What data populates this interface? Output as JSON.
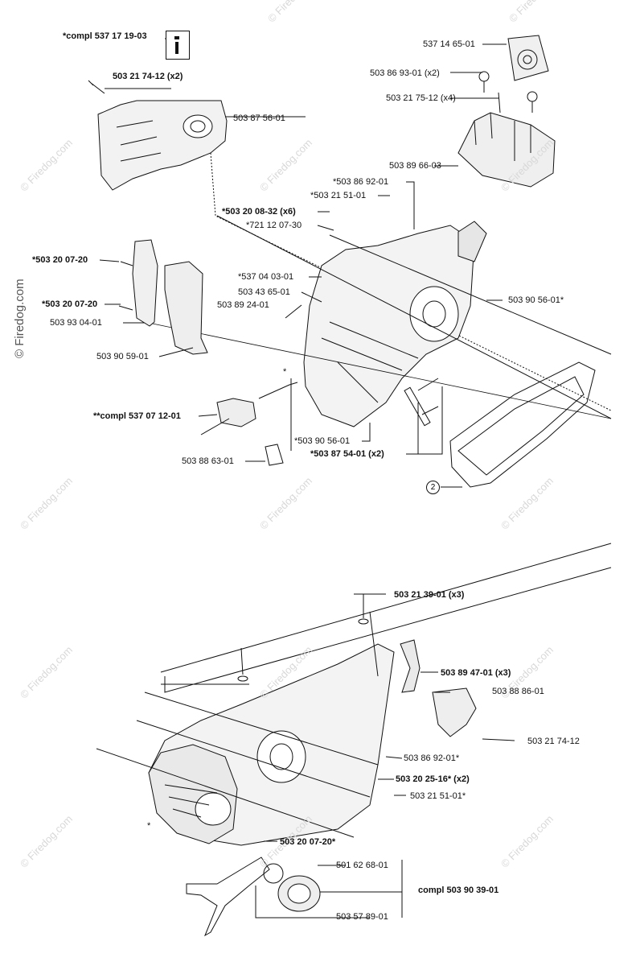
{
  "parts": {
    "p_compl_537171903": "*compl 537 17 19-03",
    "p_503217412_x2": "503 21 74-12 (x2)",
    "p_503875601": "503 87 56-01",
    "p_537146501": "537 14 65-01",
    "p_503869301_x2": "503 86 93-01 (x2)",
    "p_503217512_x4": "503 21 75-12 (x4)",
    "p_503896603": "503 89 66-03",
    "p_503869201": "*503 86 92-01",
    "p_503215101": "*503 21 51-01",
    "p_503200832_x6": "*503 20 08-32 (x6)",
    "p_721120730": "*721 12 07-30",
    "p_503200720_a": "*503 20 07-20",
    "p_537040301": "*537 04 03-01",
    "p_503436501": "503 43 65-01",
    "p_503892401": "503 89 24-01",
    "p_503905601_right": "503 90 56-01*",
    "p_503200720_b": "*503 20 07-20",
    "p_503930401": "503 93 04-01",
    "p_503905901": "503 90 59-01",
    "p_compl_537071201": "**compl 537 07 12-01",
    "p_503905601_left": "*503 90 56-01",
    "p_503875401_x2": "*503 87 54-01 (x2)",
    "p_503886301": "503 88 63-01",
    "p_503213901_x3": "503 21 39-01 (x3)",
    "p_503894701_x3": "503 89 47-01 (x3)",
    "p_503888601": "503 88 86-01",
    "p_503217412": "503 21 74-12",
    "p_503869201_b": "503 86 92-01*",
    "p_503202516_x2": "503 20 25-16* (x2)",
    "p_503215101_b": "503 21 51-01*",
    "p_503200720_c": "503 20 07-20*",
    "p_501626801": "501 62 68-01",
    "p_compl_503903901": "compl 503 90 39-01",
    "p_503578901": "503 57 89-01"
  },
  "callout_number": "2",
  "asterisk": "*",
  "watermark": "© Firedog.com",
  "icons": [
    "tool-icon"
  ]
}
